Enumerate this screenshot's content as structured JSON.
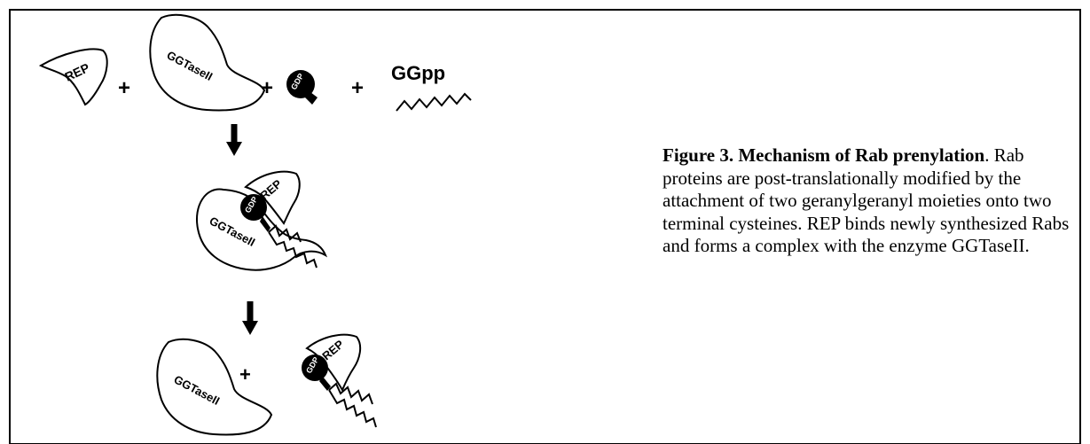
{
  "labels": {
    "rep": "REP",
    "ggtase": "GGTaseII",
    "gdp": "GDP",
    "ggpp": "GGpp",
    "plus": "+"
  },
  "caption": {
    "title": "Figure 3. Mechanism of Rab prenylation",
    "title_end": ".",
    "body": "Rab proteins are post-translationally modified by the attachment of two geranylgeranyl moieties onto two terminal cysteines. REP binds newly synthesized Rabs and forms a complex with the enzyme GGTaseII."
  }
}
